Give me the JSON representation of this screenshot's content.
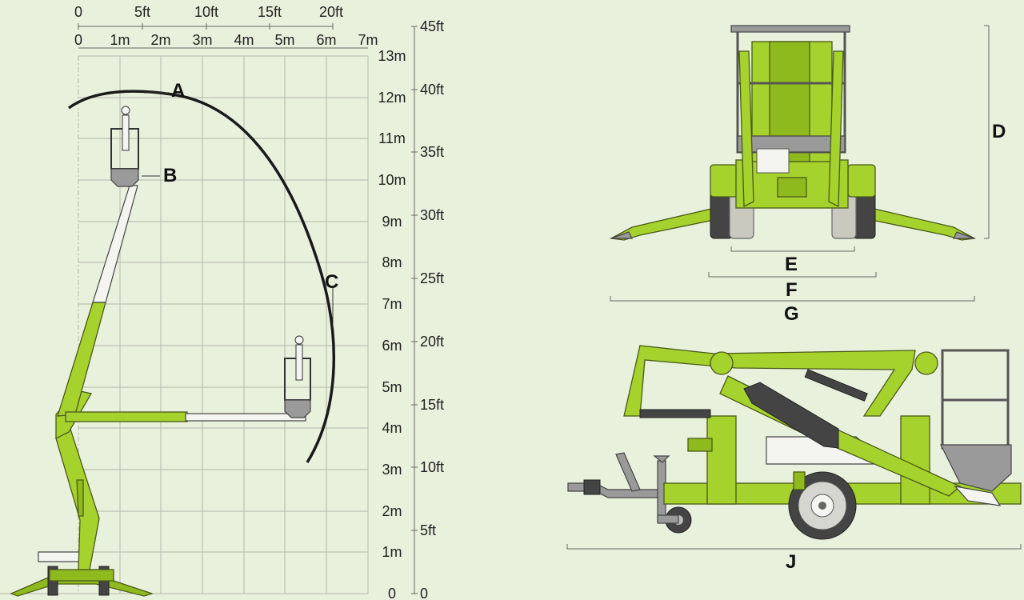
{
  "chart": {
    "feet_top_labels": [
      "0",
      "5ft",
      "10ft",
      "15ft",
      "20ft"
    ],
    "meter_top_labels": [
      "0",
      "1m",
      "2m",
      "3m",
      "4m",
      "5m",
      "6m",
      "7m"
    ],
    "meter_right_labels": [
      "0",
      "1m",
      "2m",
      "3m",
      "4m",
      "5m",
      "6m",
      "7m",
      "8m",
      "9m",
      "10m",
      "11m",
      "12m",
      "13m"
    ],
    "feet_right_labels": [
      "0",
      "5ft",
      "10ft",
      "15ft",
      "20ft",
      "25ft",
      "30ft",
      "35ft",
      "40ft",
      "45ft"
    ]
  },
  "dimensions": {
    "A": "A",
    "B": "B",
    "C": "C",
    "D": "D",
    "E": "E",
    "F": "F",
    "G": "G",
    "J": "J"
  },
  "colors": {
    "background": "#e8f1dc",
    "machine_green": "#a5d22c",
    "outline": "#4a5a1a",
    "grey_parts": "#9a9a9a"
  }
}
